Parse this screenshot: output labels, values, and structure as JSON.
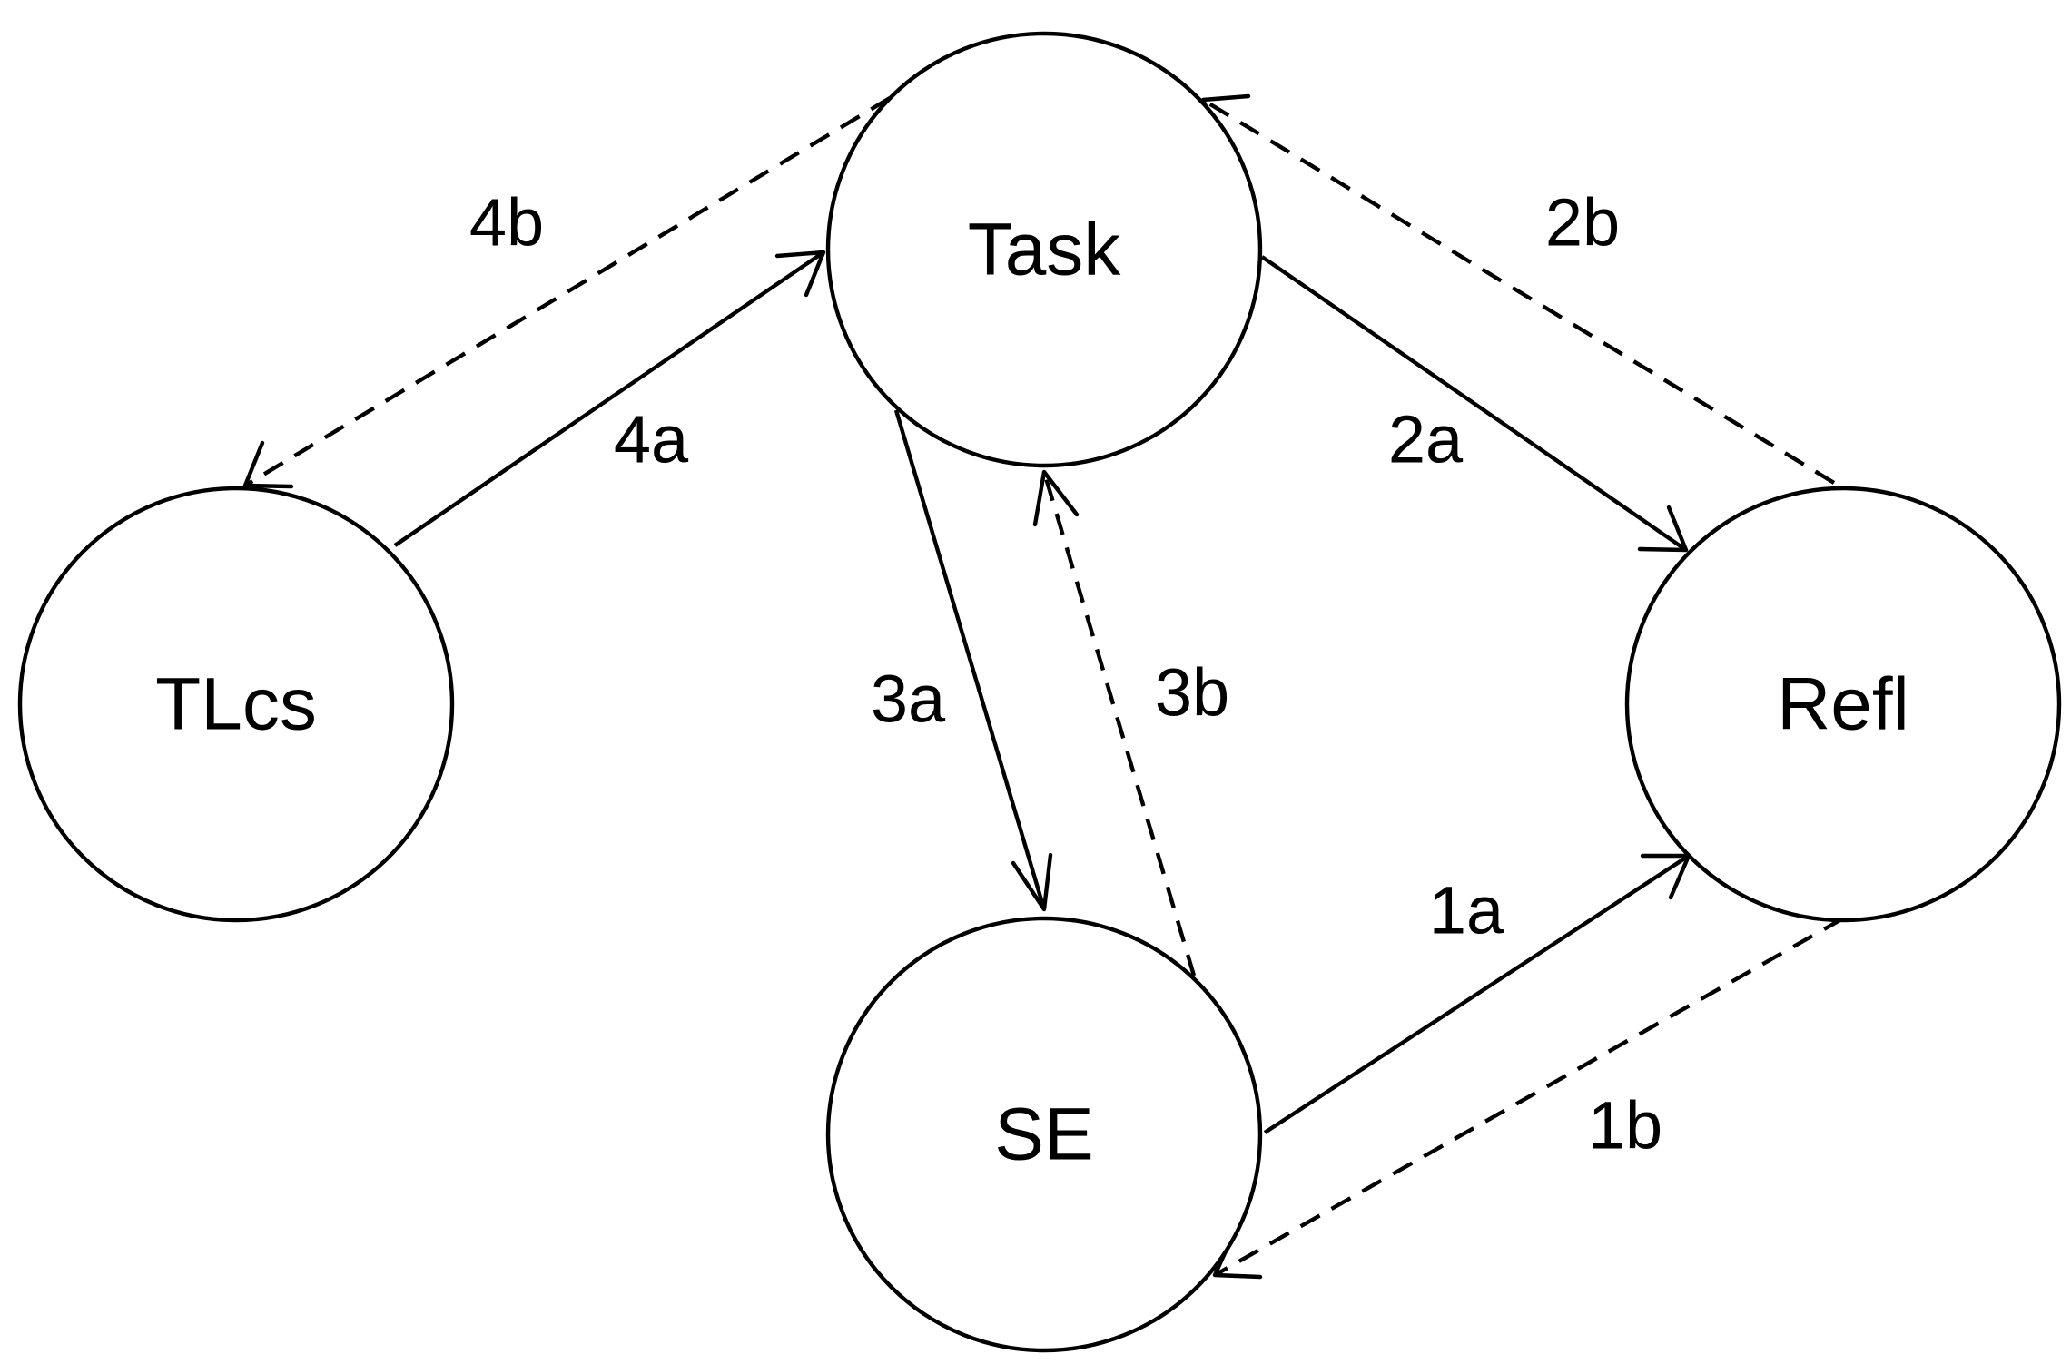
{
  "nodes": [
    {
      "id": "task",
      "label": "Task"
    },
    {
      "id": "tlcs",
      "label": "TLcs"
    },
    {
      "id": "refl",
      "label": "Refl"
    },
    {
      "id": "se",
      "label": "SE"
    }
  ],
  "edges": [
    {
      "id": "e4a",
      "label": "4a",
      "from": "tlcs",
      "to": "task",
      "style": "solid"
    },
    {
      "id": "e4b",
      "label": "4b",
      "from": "task",
      "to": "tlcs",
      "style": "dashed"
    },
    {
      "id": "e2a",
      "label": "2a",
      "from": "task",
      "to": "refl",
      "style": "solid"
    },
    {
      "id": "e2b",
      "label": "2b",
      "from": "refl",
      "to": "task",
      "style": "dashed"
    },
    {
      "id": "e3a",
      "label": "3a",
      "from": "task",
      "to": "se",
      "style": "solid"
    },
    {
      "id": "e3b",
      "label": "3b",
      "from": "se",
      "to": "task",
      "style": "dashed"
    },
    {
      "id": "e1a",
      "label": "1a",
      "from": "se",
      "to": "refl",
      "style": "solid"
    },
    {
      "id": "e1b",
      "label": "1b",
      "from": "refl",
      "to": "se",
      "style": "dashed"
    }
  ]
}
